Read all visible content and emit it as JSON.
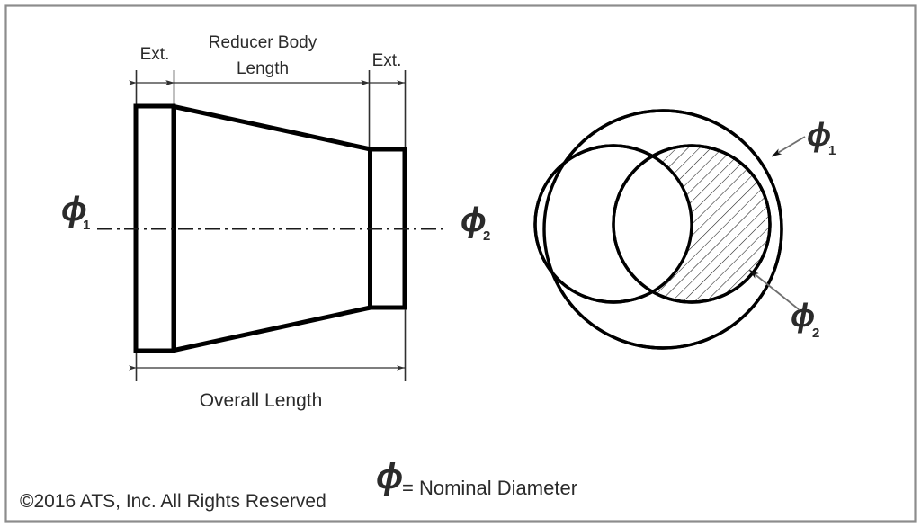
{
  "drawing": {
    "title": "Concentric Reducer Dimensional Drawing",
    "border_color": "#8c8c8c",
    "line_color": "#000000",
    "dim_line_color": "#404040",
    "text_color": "#2b2b2b",
    "background": "#ffffff"
  },
  "labels": {
    "ext_left": "Ext.",
    "ext_right": "Ext.",
    "reducer_body_line1": "Reducer Body",
    "reducer_body_line2": "Length",
    "overall_length": "Overall Length",
    "phi_symbol": "ϕ",
    "phi_1_sub": "1",
    "phi_2_sub": "2",
    "side_phi_1": "ϕ",
    "side_phi_2": "ϕ",
    "end_phi_1": "ϕ",
    "end_phi_2": "ϕ",
    "legend_equals": "= Nominal Diameter",
    "copyright": "©2016 ATS, Inc. All Rights Reserved"
  }
}
